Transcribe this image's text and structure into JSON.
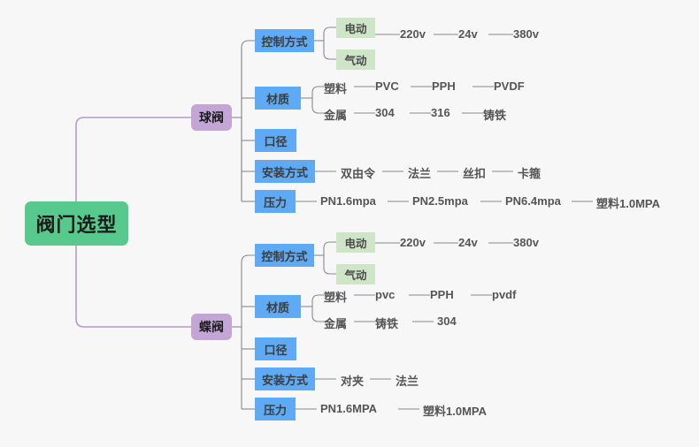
{
  "diagram": {
    "title": "阀门选型",
    "type": "mindmap",
    "background_color": "#f7f7f7",
    "colors": {
      "root": "#57c98c",
      "branch": "#c3a6d6",
      "category": "#5eaaf5",
      "subcategory": "#cfe5c8",
      "root_edge": "#b69bc9",
      "edge": "#8a8a8a",
      "leaf_text": "#555555"
    },
    "root": {
      "label": "阀门选型"
    },
    "branches": [
      {
        "label": "球阀",
        "categories": [
          {
            "label": "控制方式",
            "subnodes": [
              {
                "label": "电动",
                "leaves": [
                  "220v",
                  "24v",
                  "380v"
                ]
              },
              {
                "label": "气动",
                "leaves": []
              }
            ],
            "leaves": []
          },
          {
            "label": "材质",
            "subnodes": [],
            "groups": [
              {
                "label": "塑料",
                "leaves": [
                  "PVC",
                  "PPH",
                  "PVDF"
                ]
              },
              {
                "label": "金属",
                "leaves": [
                  "304",
                  "316",
                  "铸铁"
                ]
              }
            ]
          },
          {
            "label": "口径",
            "subnodes": [],
            "leaves": []
          },
          {
            "label": "安装方式",
            "subnodes": [],
            "leaves": [
              "双由令",
              "法兰",
              "丝扣",
              "卡箍"
            ]
          },
          {
            "label": "压力",
            "subnodes": [],
            "leaves": [
              "PN1.6mpa",
              "PN2.5mpa",
              "PN6.4mpa",
              "塑料1.0MPA"
            ]
          }
        ]
      },
      {
        "label": "蝶阀",
        "categories": [
          {
            "label": "控制方式",
            "subnodes": [
              {
                "label": "电动",
                "leaves": [
                  "220v",
                  "24v",
                  "380v"
                ]
              },
              {
                "label": "气动",
                "leaves": []
              }
            ],
            "leaves": []
          },
          {
            "label": "材质",
            "subnodes": [],
            "groups": [
              {
                "label": "塑料",
                "leaves": [
                  "pvc",
                  "PPH",
                  "pvdf"
                ]
              },
              {
                "label": "金属",
                "leaves": [
                  "铸铁",
                  "304"
                ]
              }
            ]
          },
          {
            "label": "口径",
            "subnodes": [],
            "leaves": []
          },
          {
            "label": "安装方式",
            "subnodes": [],
            "leaves": [
              "对夹",
              "法兰"
            ]
          },
          {
            "label": "压力",
            "subnodes": [],
            "leaves": [
              "PN1.6MPA",
              "塑料1.0MPA"
            ]
          }
        ]
      }
    ]
  }
}
